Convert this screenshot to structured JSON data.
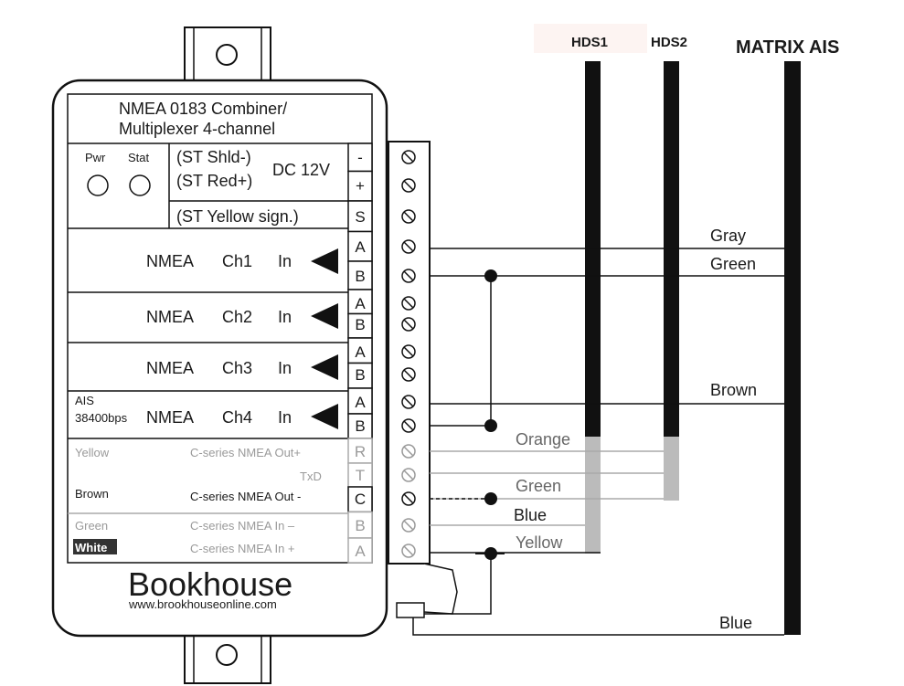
{
  "device": {
    "title_line1": "NMEA 0183 Combiner/",
    "title_line2": "Multiplexer 4-channel",
    "led_pwr": "Pwr",
    "led_stat": "Stat",
    "power_shield": "(ST Shld-)",
    "power_red": "(ST Red+)",
    "power_voltage": "DC 12V",
    "power_signal": "(ST Yellow sign.)",
    "ais_label_line1": "AIS",
    "ais_label_line2": "38400bps",
    "brand": "Bookhouse",
    "url": "www.brookhouseonline.com"
  },
  "terminals": [
    "-",
    "+",
    "S",
    "A",
    "B",
    "A",
    "B",
    "A",
    "B",
    "A",
    "B",
    "R",
    "T",
    "C",
    "B",
    "A"
  ],
  "channels": [
    {
      "nmea": "NMEA",
      "ch": "Ch1",
      "dir": "In"
    },
    {
      "nmea": "NMEA",
      "ch": "Ch2",
      "dir": "In"
    },
    {
      "nmea": "NMEA",
      "ch": "Ch3",
      "dir": "In"
    },
    {
      "nmea": "NMEA",
      "ch": "Ch4",
      "dir": "In"
    }
  ],
  "cseries": {
    "yellow": "Yellow",
    "out_plus": "C-series NMEA Out+",
    "txd": "TxD",
    "brown": "Brown",
    "out_minus": "C-series NMEA Out -",
    "green": "Green",
    "in_minus": "C-series NMEA In –",
    "white": "White",
    "in_plus": "C-series NMEA In +"
  },
  "devices": {
    "hds1": "HDS1",
    "hds2": "HDS2",
    "matrix": "MATRIX AIS"
  },
  "wire_labels": {
    "gray": "Gray",
    "green_top": "Green",
    "brown": "Brown",
    "orange": "Orange",
    "green_low": "Green",
    "blue_mid": "Blue",
    "yellow": "Yellow",
    "blue_bottom": "Blue"
  }
}
